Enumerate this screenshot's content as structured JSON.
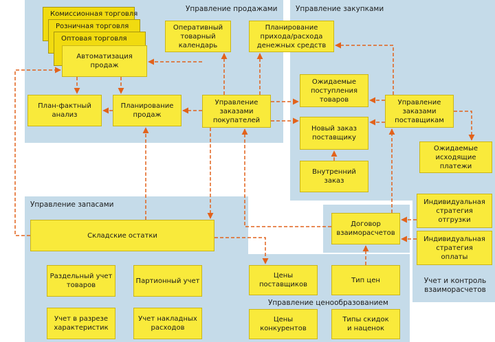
{
  "colors": {
    "region_bg": "#c5dbe9",
    "box_fill": "#f9ea3b",
    "box_fill_dark": "#f1db10",
    "box_border": "#c9b51a",
    "arrow": "#e2621b"
  },
  "regions": {
    "sales": "Управление продажами",
    "purchases": "Управление закупками",
    "inventory": "Управление запасами",
    "pricing": "Управление ценообразованием",
    "settlements": "Учет и контроль\nвзаиморасчетов"
  },
  "nodes": {
    "commission_trade": "Комиссионная торговля",
    "retail_trade": "Розничная торговля",
    "wholesale_trade": "Оптовая торговля",
    "sales_automation": "Автоматизация\nпродаж",
    "operational_calendar": "Оперативный\nтоварный\nкалендарь",
    "cash_flow_planning": "Планирование\nприхода/расхода\nденежных средств",
    "plan_fact_analysis": "План-фактный\nанализ",
    "sales_planning": "Планирование\nпродаж",
    "customer_orders": "Управление\nзаказами\nпокупателей",
    "expected_receipts": "Ожидаемые\nпоступления\nтоваров",
    "supplier_orders": "Управление\nзаказами\nпоставщикам",
    "new_supplier_order": "Новый заказ\nпоставщику",
    "internal_order": "Внутренний\nзаказ",
    "expected_payments": "Ожидаемые\nисходящие\nплатежи",
    "warehouse_stock": "Складские остатки",
    "shipment_strategy": "Индивидуальная\nстратегия\nотгрузки",
    "payment_strategy": "Индивидуальная\nстратегия\nоплаты",
    "settlement_contract": "Договор\nвзаиморасчетов",
    "separate_accounting": "Раздельный учет\nтоваров",
    "batch_accounting": "Партионный учет",
    "characteristics_accounting": "Учет в разрезе\nхарактеристик",
    "overhead_accounting": "Учет накладных\nрасходов",
    "supplier_prices": "Цены\nпоставщиков",
    "price_type": "Тип цен",
    "competitor_prices": "Цены\nконкурентов",
    "discount_types": "Типы скидок\nи наценок"
  }
}
